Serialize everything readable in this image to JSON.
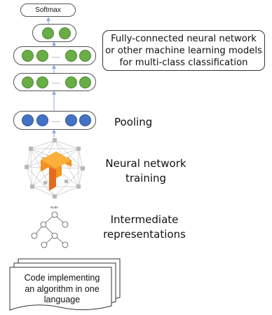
{
  "softmax_label": "Softmax",
  "fc_layers": {
    "ellipsis": "....",
    "description_lines": [
      "Fully-connected neural network",
      "or other machine learning models",
      "for multi-class classification"
    ]
  },
  "pooling": {
    "ellipsis": "....",
    "label": "Pooling"
  },
  "training": {
    "label_lines": [
      "Neural network",
      "training"
    ]
  },
  "intermediate": {
    "tree_root_label": "Node",
    "label_lines": [
      "Intermediate",
      "representations"
    ]
  },
  "code": {
    "text_lines": [
      "Code implementing",
      "an algorithm in one",
      "language"
    ]
  },
  "colors": {
    "fc_node": "#6aac46",
    "pool_node": "#4472c4",
    "arrow": "#8faadc",
    "logo_orange": "#f59120"
  }
}
